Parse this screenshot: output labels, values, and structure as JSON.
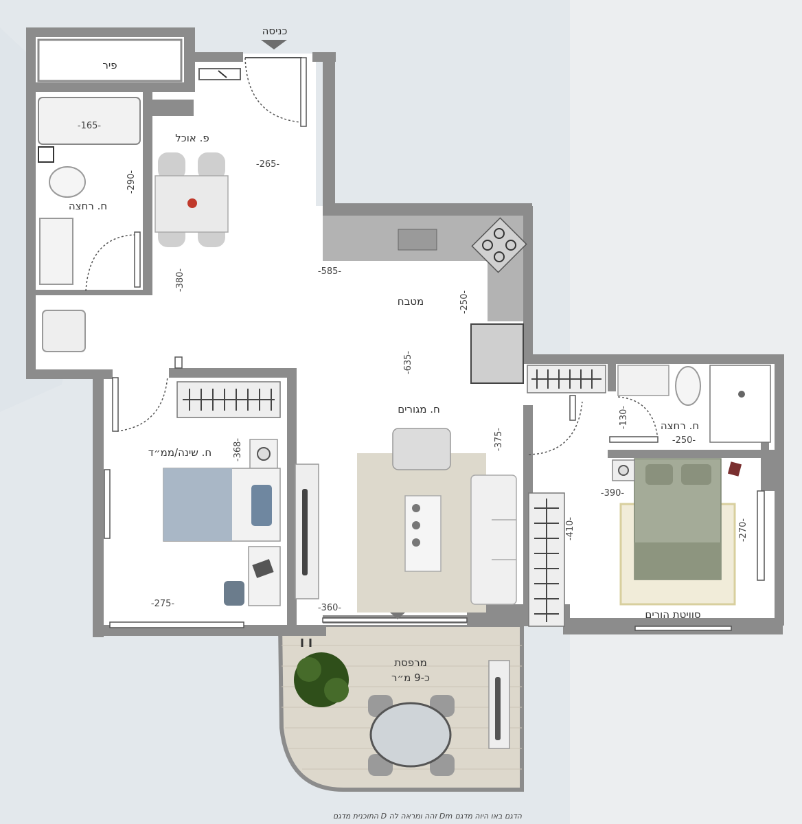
{
  "rooms": {
    "entrance": "כניסה",
    "pantry": "פיר",
    "dining": "פ. אוכל",
    "bath_left": "ח. רחצה",
    "kitchen": "מטבח",
    "living": "ח. מגורים",
    "bedroom": "ח. שינה/ממ״ד",
    "bath_right": "ח. רחצה",
    "parents_suite": "סוויטת הורים",
    "balcony": "מרפסת",
    "balcony_area": "כ-9 מ״ר"
  },
  "dimensions": {
    "bath_width": "-165-",
    "bath_depth": "-290-",
    "dining_width": "-265-",
    "dining_depth": "-380-",
    "kitchen_width": "-585-",
    "kitchen_depth": "-250-",
    "living_depth": "-635-",
    "living_side": "-375-",
    "bedroom_depth": "-368-",
    "bedroom_width": "-275-",
    "living_width": "-360-",
    "bath_right_depth": "-130-",
    "bath_right_width": "-250-",
    "suite_width": "-390-",
    "suite_depth": "-270-",
    "closet_depth": "-410-"
  },
  "footnote": "התוכנית מדגם D זהה ומראה לה Dm הדגם באו היוה מדגם",
  "colors": {
    "wall": "#8c8c8c",
    "wall_edge": "#6e6e6e",
    "floor": "#ffffff",
    "counter": "#b3b3b3",
    "rug": "#ddd9cc",
    "deck": "#ddd8cc",
    "plant": "#2f4f1a",
    "paper_shade": "#d6dde3"
  }
}
